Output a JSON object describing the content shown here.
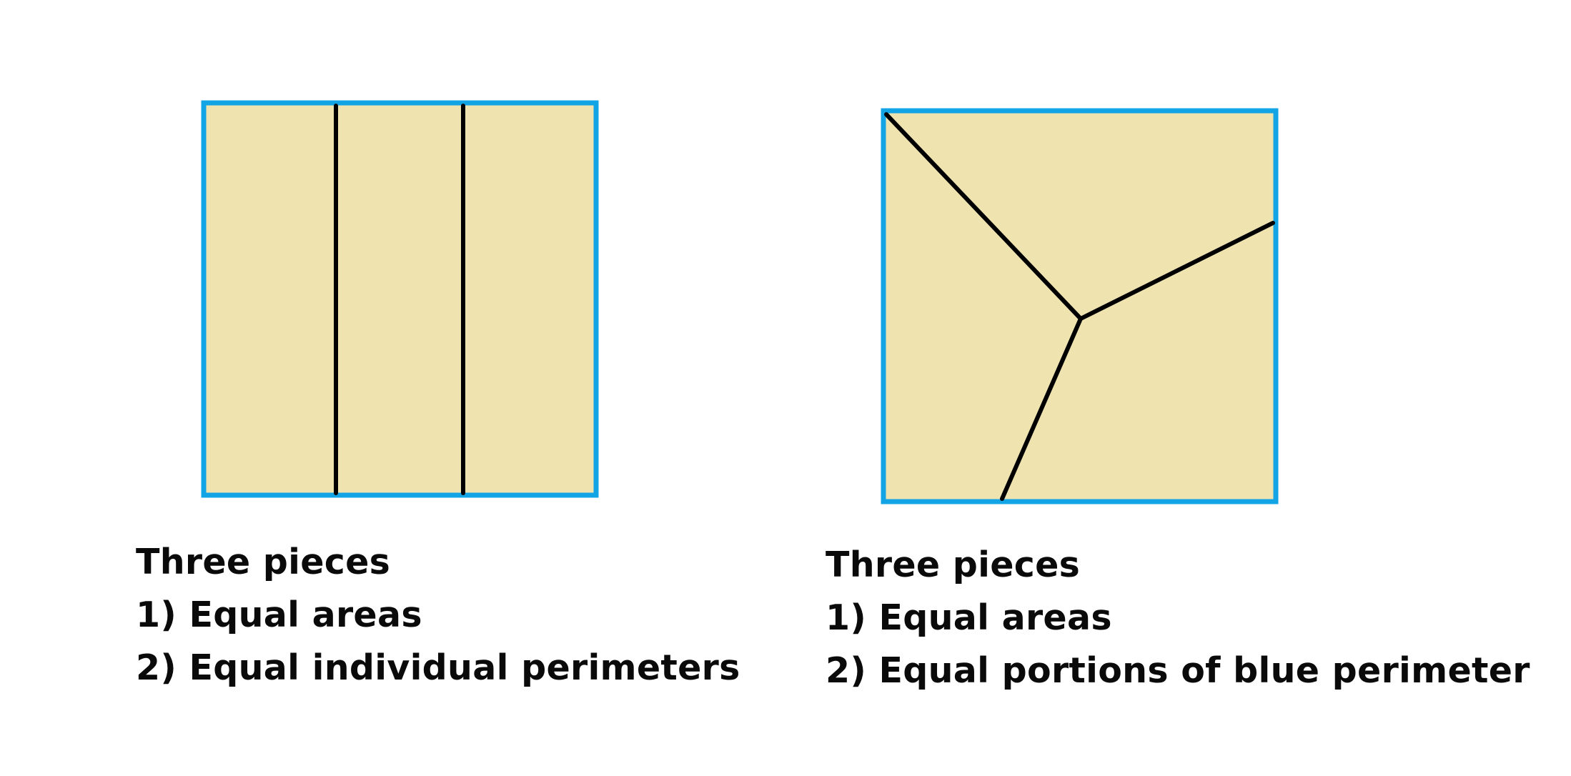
{
  "colors": {
    "background": "#ffffff",
    "fill": "#efe3b0",
    "border": "#13a4e6",
    "cut_line": "#000000",
    "text": "#0a0a0a"
  },
  "panels": [
    {
      "id": "left",
      "cut_style": "two parallel vertical cuts",
      "caption": {
        "line1": "Three pieces",
        "line2": "1) Equal areas",
        "line3": "2) Equal individual perimeters"
      }
    },
    {
      "id": "right",
      "cut_style": "three cuts meeting at an interior point",
      "caption": {
        "line1": "Three pieces",
        "line2": "1) Equal areas",
        "line3": "2) Equal portions of blue perimeter"
      }
    }
  ]
}
